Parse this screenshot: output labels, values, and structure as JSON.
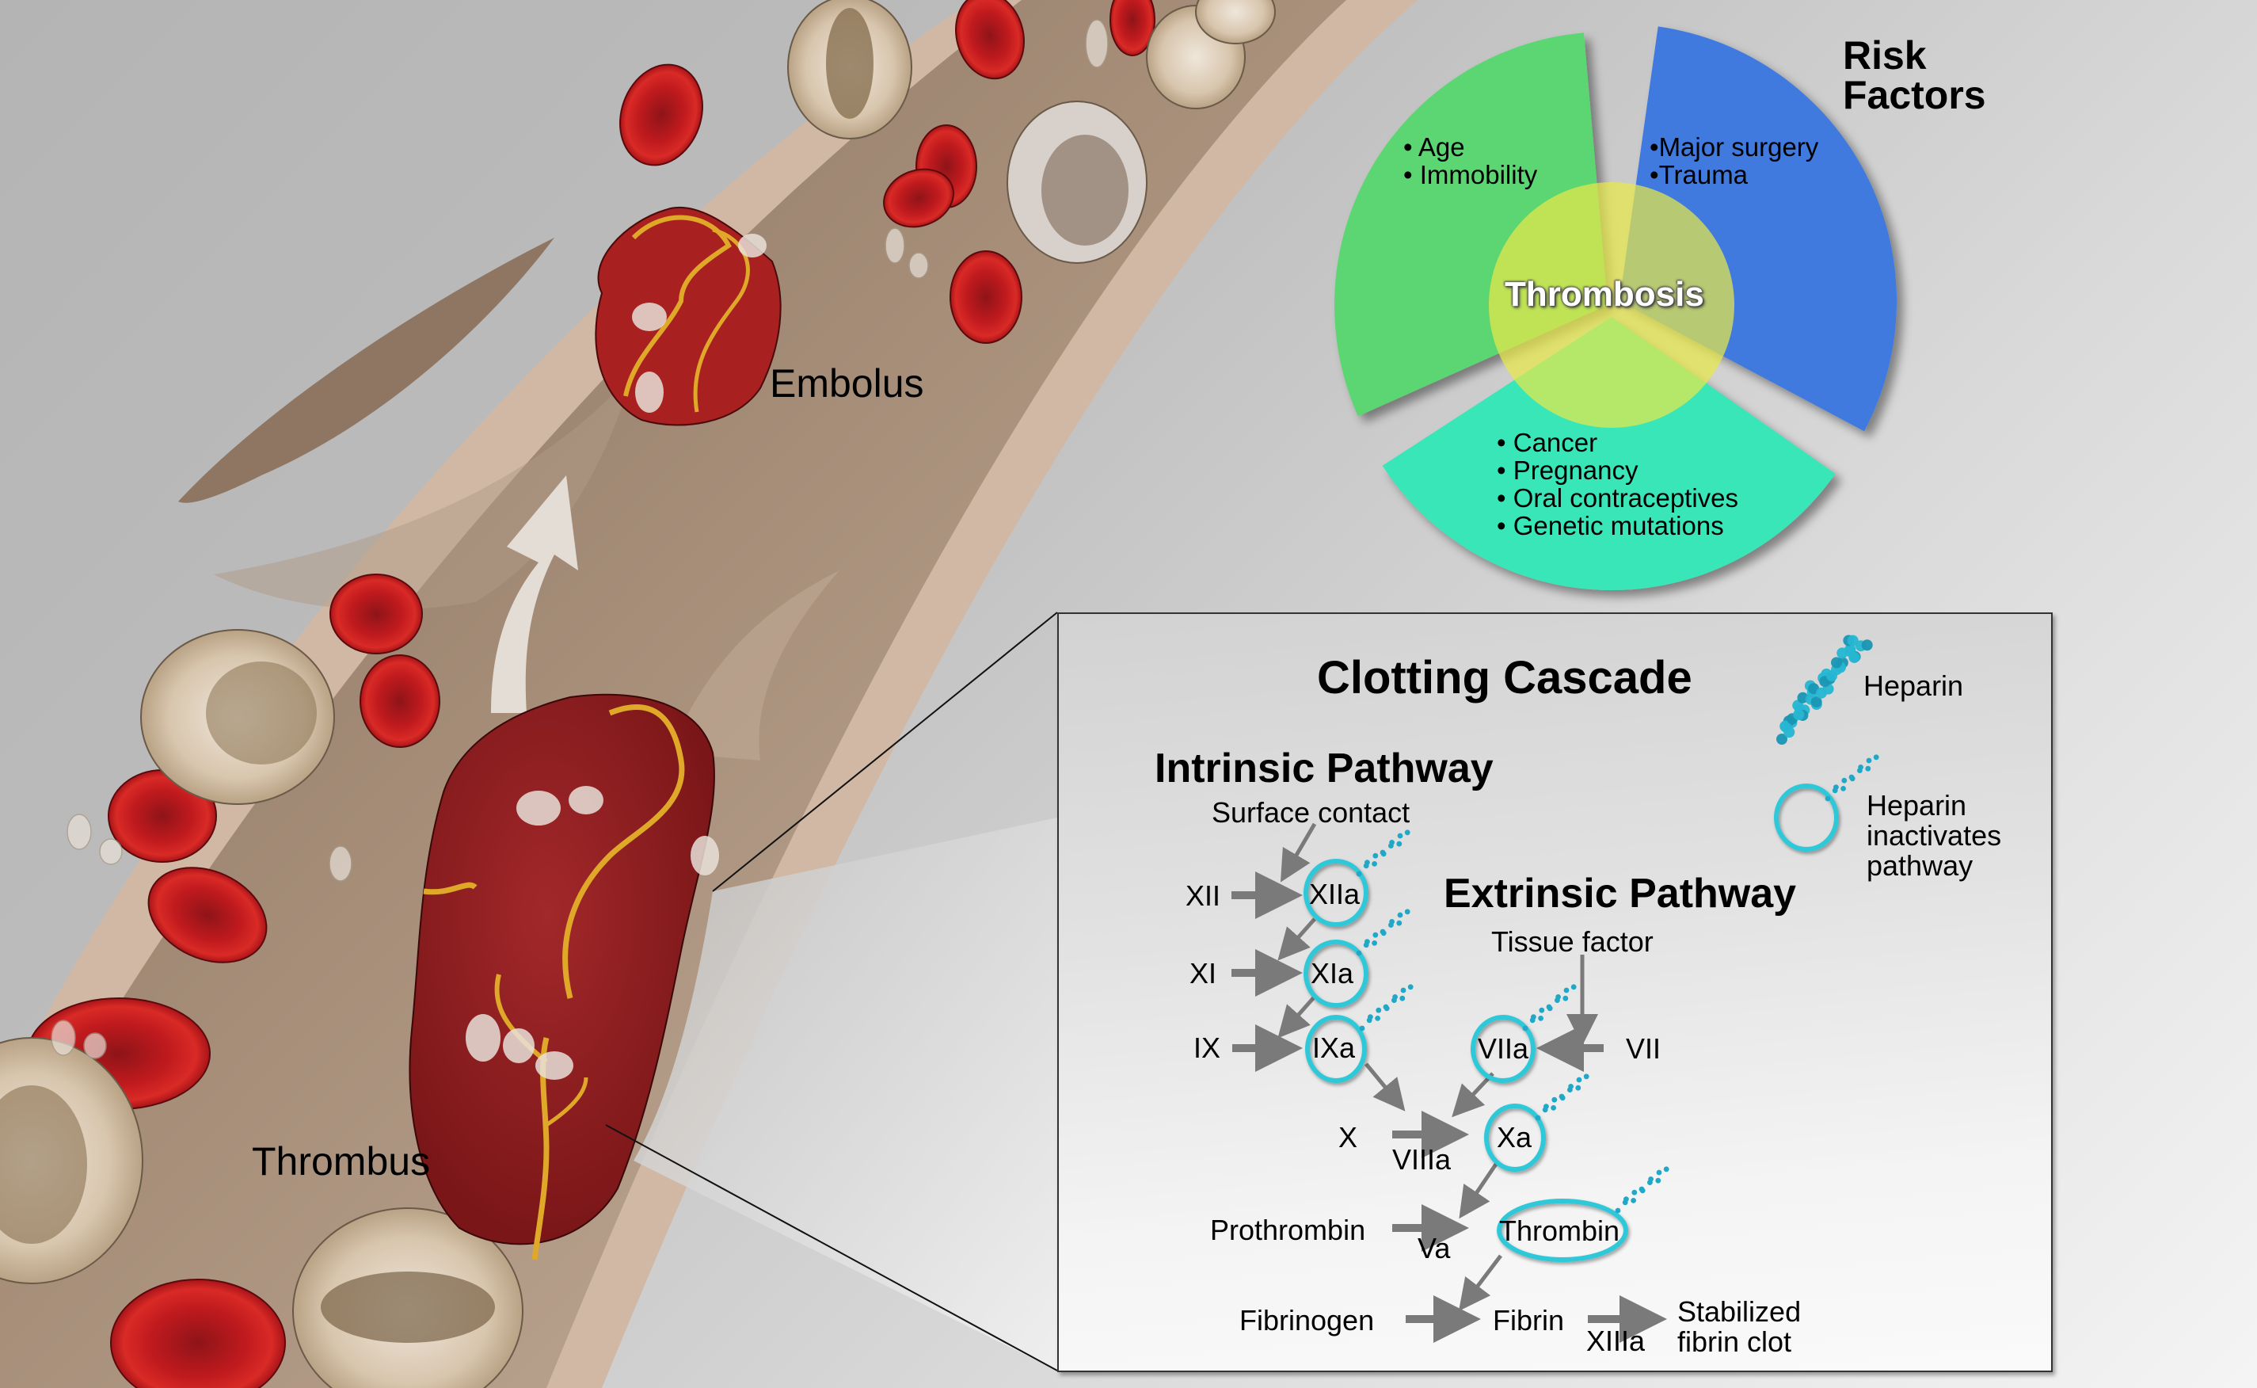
{
  "illustration": {
    "embolus_label": "Embolus",
    "thrombus_label": "Thrombus",
    "colors": {
      "vessel_wall": "#d0b8a4",
      "vessel_lumen": "#a98f7a",
      "red_blood_cell": "#c0181c",
      "clot": "#8c1c1e",
      "fibrin": "#e0a828",
      "flow_arrow": "#e4ddd6"
    }
  },
  "risk_factors": {
    "title_line1": "Risk",
    "title_line2": "Factors",
    "center_label": "Thrombosis",
    "segments": [
      {
        "name": "green",
        "color": "#5cd672",
        "items": [
          "Age",
          "Immobility"
        ]
      },
      {
        "name": "blue",
        "color": "#3f7ade",
        "items": [
          "Major surgery",
          "Trauma"
        ]
      },
      {
        "name": "teal",
        "color": "#38e6b8",
        "items": [
          "Cancer",
          "Pregnancy",
          "Oral contraceptives",
          "Genetic mutations"
        ]
      }
    ],
    "center_color": "#e6e84a"
  },
  "cascade": {
    "title": "Clotting Cascade",
    "legend": {
      "heparin": "Heparin",
      "inactivates_line1": "Heparin",
      "inactivates_line2": "inactivates",
      "inactivates_line3": "pathway"
    },
    "intrinsic": {
      "title": "Intrinsic Pathway",
      "trigger": "Surface contact",
      "steps": [
        {
          "from": "XII",
          "to": "XIIa"
        },
        {
          "from": "XI",
          "to": "XIa"
        },
        {
          "from": "IX",
          "to": "IXa"
        }
      ]
    },
    "extrinsic": {
      "title": "Extrinsic Pathway",
      "trigger": "Tissue factor",
      "from": "VII",
      "to": "VIIa"
    },
    "common": {
      "x_from": "X",
      "x_cofactor": "VIIIa",
      "x_to": "Xa",
      "prothrombin": "Prothrombin",
      "prothrombin_cofactor": "Va",
      "thrombin": "Thrombin",
      "fibrinogen": "Fibrinogen",
      "fibrin": "Fibrin",
      "fibrin_cofactor": "XIIIa",
      "clot_line1": "Stabilized",
      "clot_line2": "fibrin clot"
    },
    "colors": {
      "ring": "#2ec8d8",
      "arrow": "#7a7a7a",
      "heparin": "#1fa8c8"
    }
  }
}
